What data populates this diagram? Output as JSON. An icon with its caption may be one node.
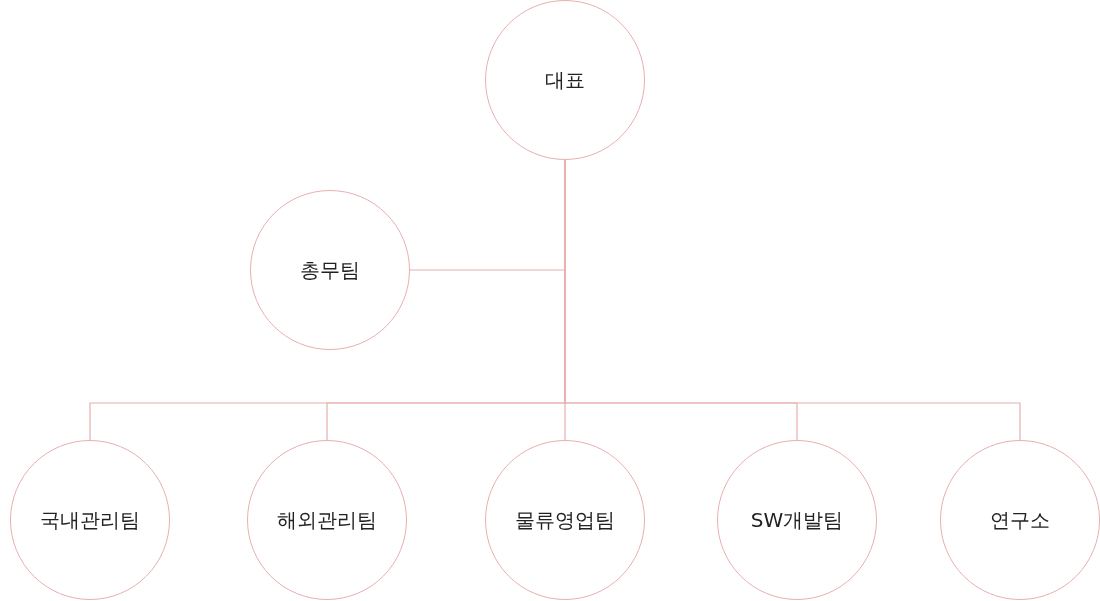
{
  "diagram": {
    "nodes": [
      {
        "text": [
          "대표"
        ]
      },
      {
        "text": [
          "총무팀"
        ]
      },
      {
        "text": [
          "국내관리팀"
        ]
      },
      {
        "text": [
          "해외관리팀"
        ]
      },
      {
        "text": [
          "물류영업팀"
        ]
      },
      {
        "text": [
          "SW개발팀"
        ]
      },
      {
        "text": [
          "연구소"
        ]
      }
    ],
    "edges": [
      {
        "from": 0,
        "to": 1,
        "arrow": "none"
      },
      {
        "from": 0,
        "to": 2,
        "arrow": "none"
      },
      {
        "from": 0,
        "to": 3,
        "arrow": "none"
      },
      {
        "from": 0,
        "to": 4,
        "arrow": "none"
      },
      {
        "from": 0,
        "to": 5,
        "arrow": "none"
      },
      {
        "from": 0,
        "to": 6,
        "arrow": "none"
      }
    ]
  }
}
